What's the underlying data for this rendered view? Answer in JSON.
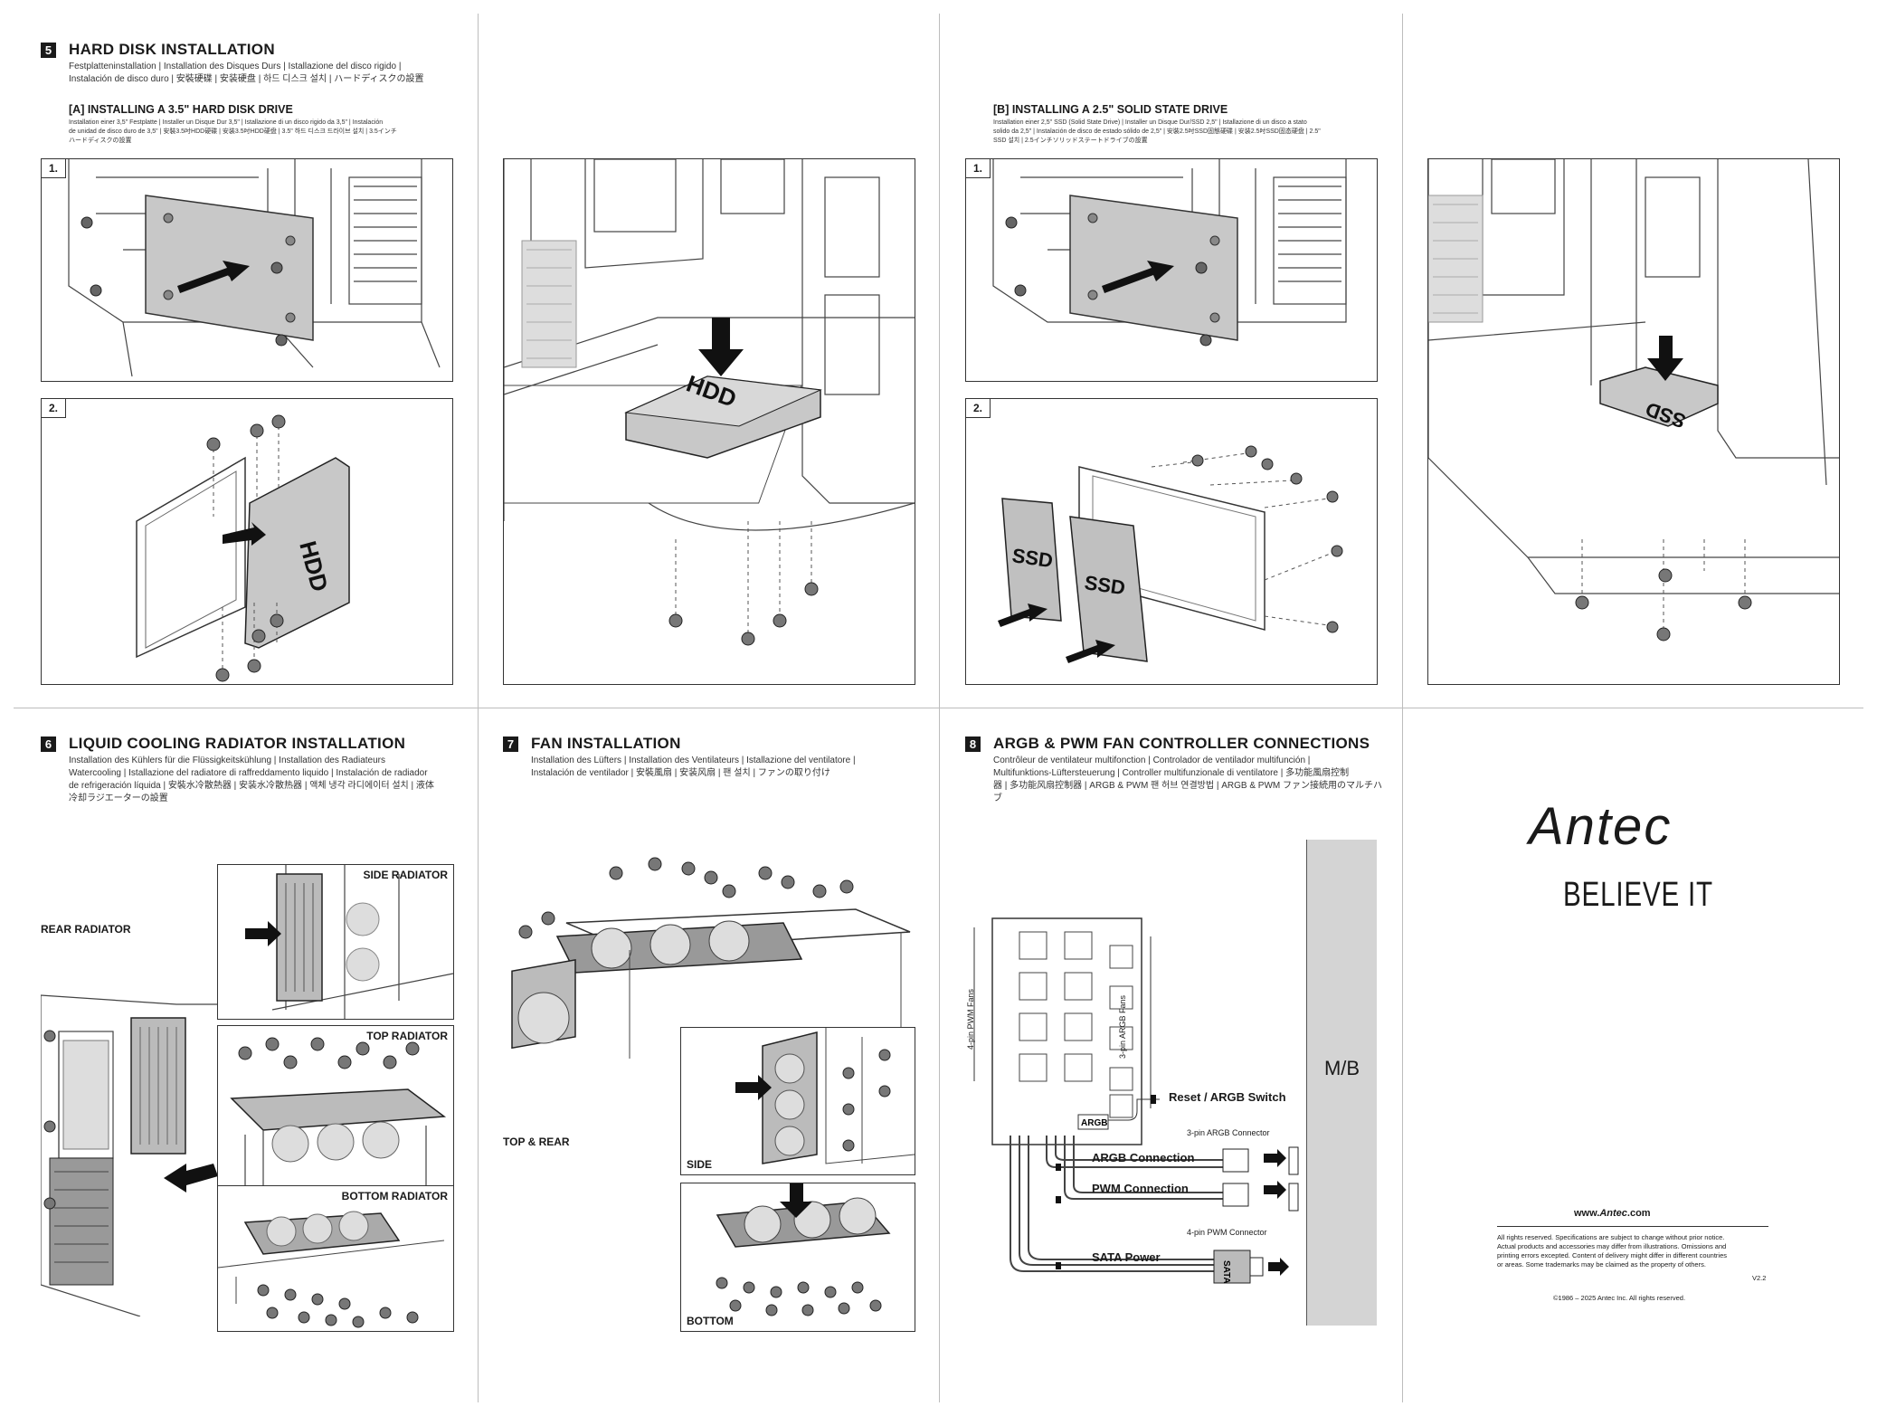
{
  "section5": {
    "number": "5",
    "title": "HARD DISK INSTALLATION",
    "subtitle_line1": "Festplatteninstallation | Installation des Disques Durs | Istallazione del disco rigido |",
    "subtitle_line2": "Instalación de disco duro | 安裝硬碟 | 安装硬盘 | 하드 디스크 설치 | ハードディスクの設置",
    "partA_title": "[A] INSTALLING A 3.5\" HARD DISK DRIVE",
    "partA_sub1": "Installation einer 3,5\" Festplatte | Installer un Disque Dur 3,5\" | Istallazione di un disco rigido da 3,5\" | Instalación",
    "partA_sub2": "de unidad de disco duro de 3,5\" | 安裝3.5吋HDD硬碟 | 安装3.5吋HDD硬盘 | 3.5\" 하드 디스크 드라이브 설치 | 3.5インチ",
    "partA_sub3": "ハードディスクの設置",
    "partB_title": "[B] INSTALLING A 2.5\" SOLID STATE DRIVE",
    "partB_sub1": "Installation einer 2,5\" SSD (Solid State Drive) | Installer un Disque Dur/SSD 2,5\" | Istallazione di un disco a stato",
    "partB_sub2": "solido da 2,5\" | Instalación de disco de estado sólido de 2,5\" | 安裝2.5吋SSD固態硬碟 | 安装2.5吋SSD固态硬盘 | 2.5\"",
    "partB_sub3": "SSD 설치 | 2.5インチソリッドステートドライブの設置",
    "step1": "1.",
    "step2": "2.",
    "hdd_label": "HDD",
    "ssd_label": "SSD"
  },
  "section6": {
    "number": "6",
    "title": "LIQUID COOLING RADIATOR INSTALLATION",
    "sub1": "Installation des Kühlers für die Flüssigkeitskühlung | Installation des Radiateurs",
    "sub2": "Watercooling | Istallazione del radiatore di raffreddamento liquido | Instalación de radiador",
    "sub3": "de refrigeración líquida | 安裝水冷散熱器 | 安装水冷散热器 | 액체 냉각 라디에이터 설치 | 液体",
    "sub4": "冷却ラジエーターの設置",
    "rear": "REAR RADIATOR",
    "side": "SIDE RADIATOR",
    "top": "TOP RADIATOR",
    "bottom": "BOTTOM RADIATOR"
  },
  "section7": {
    "number": "7",
    "title": "FAN INSTALLATION",
    "sub1": "Installation des Lüfters | Installation des Ventilateurs | Istallazione del ventilatore |",
    "sub2": "Instalación de ventilador | 安裝風扇 | 安装风扇 | 팬 설치 | ファンの取り付け",
    "top_rear": "TOP & REAR",
    "side": "SIDE",
    "bottom": "BOTTOM"
  },
  "section8": {
    "number": "8",
    "title": "ARGB & PWM FAN CONTROLLER CONNECTIONS",
    "sub1": "Contrôleur de ventilateur multifonction | Controlador de ventilador multifunción |",
    "sub2": "Multifunktions-Lüftersteuerung | Controller multifunzionale di ventilatore | 多功能風扇控制",
    "sub3": "器 | 多功能风扇控制器 | ARGB & PWM 팬 허브 연결방법 | ARGB & PWM ファン接続用のマルチハ",
    "sub4": "ブ",
    "pwm_fans": "4-pin PWM Fans",
    "argb_fans": "3-pin ARGB Fans",
    "argb_tag": "ARGB",
    "reset": "Reset / ARGB Switch",
    "argb_conn_label": "3-pin ARGB Connector",
    "argb_connection": "ARGB Connection",
    "pwm_connection": "PWM Connection",
    "pwm_conn_label": "4-pin PWM Connector",
    "sata_power": "SATA Power",
    "sata_tag": "SATA",
    "mb": "M/B"
  },
  "back": {
    "brand": "Antec",
    "slogan": "BELIEVE IT",
    "url_prefix": "www.",
    "url_brand": "Antec",
    "url_suffix": ".com",
    "legal1": "All rights reserved. Specifications are subject to change without prior notice.",
    "legal2": "Actual products and accessories may differ from illustrations. Omissions and",
    "legal3": "printing errors excepted. Content of delivery might differ in different countries",
    "legal4": "or areas. Some trademarks may be claimed as the property of others.",
    "version": "V2.2",
    "copyright": "©1986 – 2025 Antec Inc.  All rights reserved."
  }
}
